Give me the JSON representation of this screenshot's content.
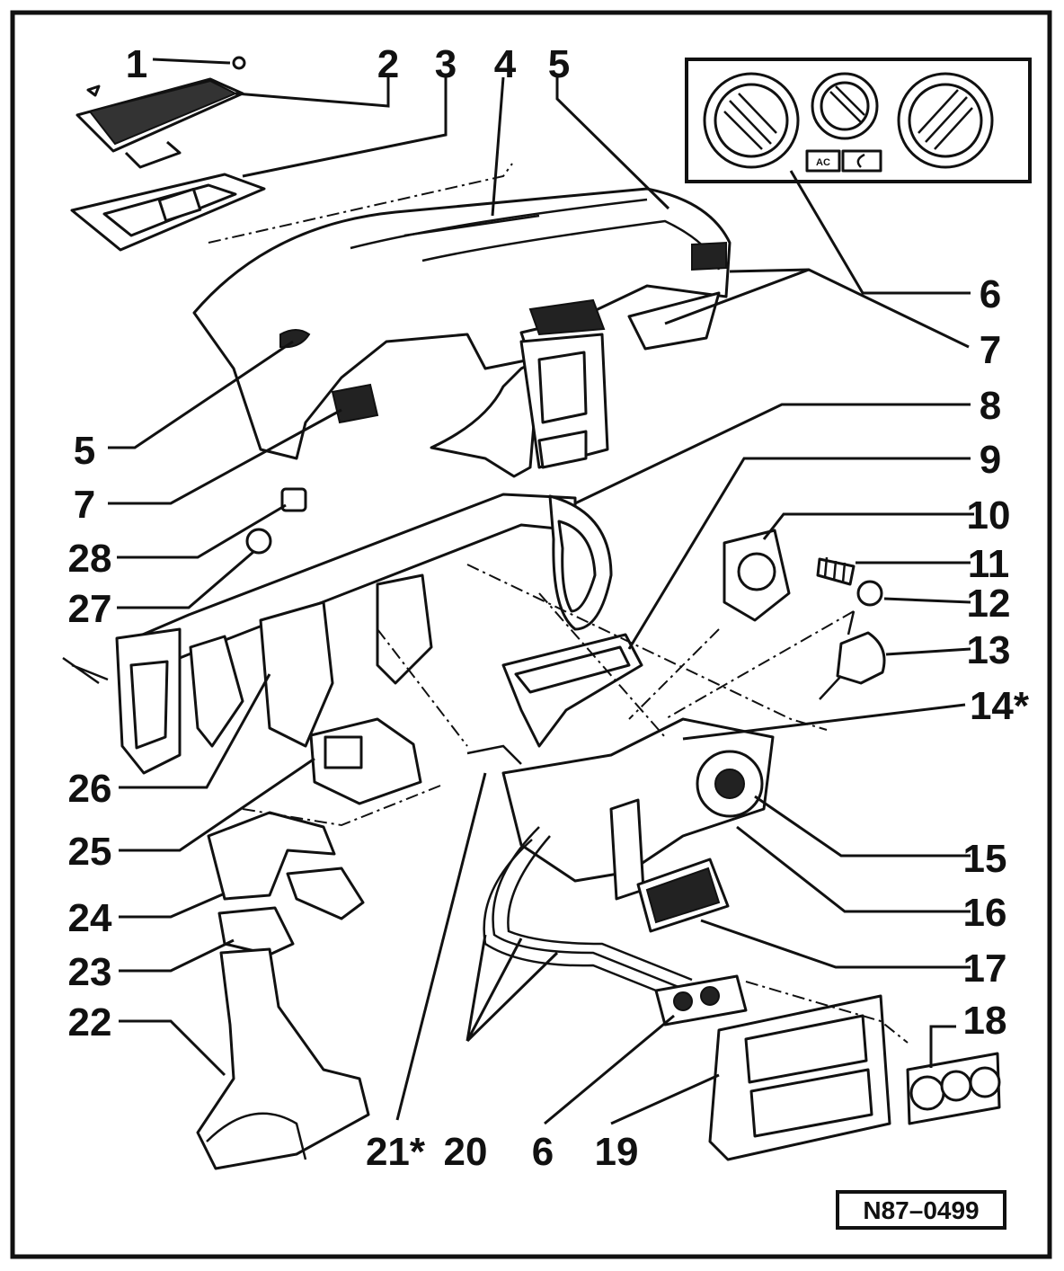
{
  "diagram_ref": "N87–0499",
  "callouts": {
    "c1": "1",
    "c2": "2",
    "c3": "3",
    "c4": "4",
    "c5a": "5",
    "c5b": "5",
    "c6a": "6",
    "c6b": "6",
    "c7a": "7",
    "c7b": "7",
    "c8": "8",
    "c9": "9",
    "c10": "10",
    "c11": "11",
    "c12": "12",
    "c13": "13",
    "c14": "14*",
    "c15": "15",
    "c16": "16",
    "c17": "17",
    "c18": "18",
    "c19": "19",
    "c20": "20",
    "c21": "21*",
    "c22": "22",
    "c23": "23",
    "c24": "24",
    "c25": "25",
    "c26": "26",
    "c27": "27",
    "c28": "28"
  },
  "control_panel": {
    "button_left": "AC"
  },
  "colors": {
    "ink": "#111111",
    "paper": "#ffffff"
  }
}
